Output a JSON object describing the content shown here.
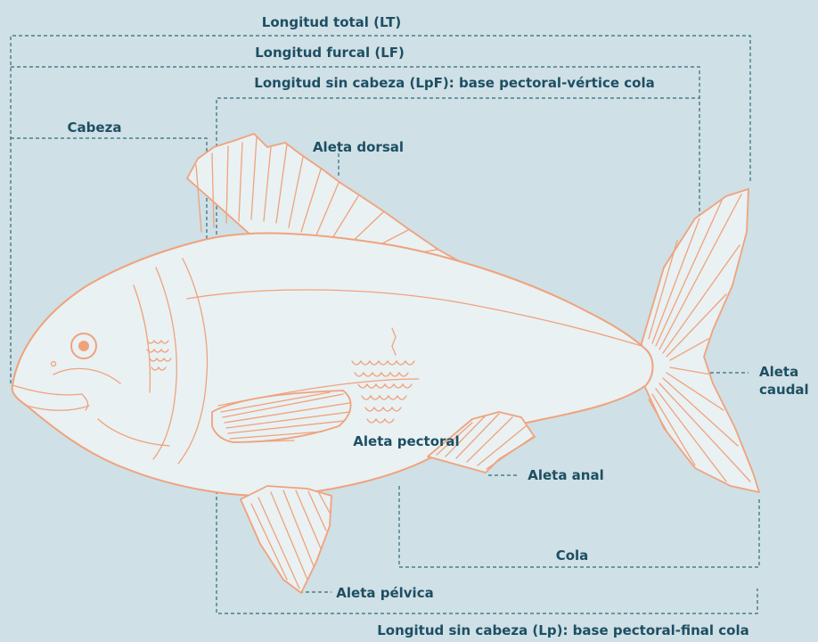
{
  "labels": {
    "longitud_total": "Longitud total (LT)",
    "longitud_furcal": "Longitud furcal (LF)",
    "longitud_sin_cabeza_lpf": "Longitud sin cabeza (LpF): base pectoral-vértice cola",
    "cabeza": "Cabeza",
    "aleta_dorsal": "Aleta dorsal",
    "aleta_caudal_line1": "Aleta",
    "aleta_caudal_line2": "caudal",
    "aleta_pectoral": "Aleta pectoral",
    "aleta_anal": "Aleta anal",
    "cola": "Cola",
    "aleta_pelvica": "Aleta pélvica",
    "longitud_sin_cabeza_lp": "Longitud sin cabeza (Lp): base pectoral-final cola"
  },
  "colors": {
    "background": "#cfe0e6",
    "fish_line": "#f0a27c",
    "fish_body": "#e9f1f3",
    "label_text": "#1d4f63",
    "dashed_line": "#2f6b78"
  }
}
